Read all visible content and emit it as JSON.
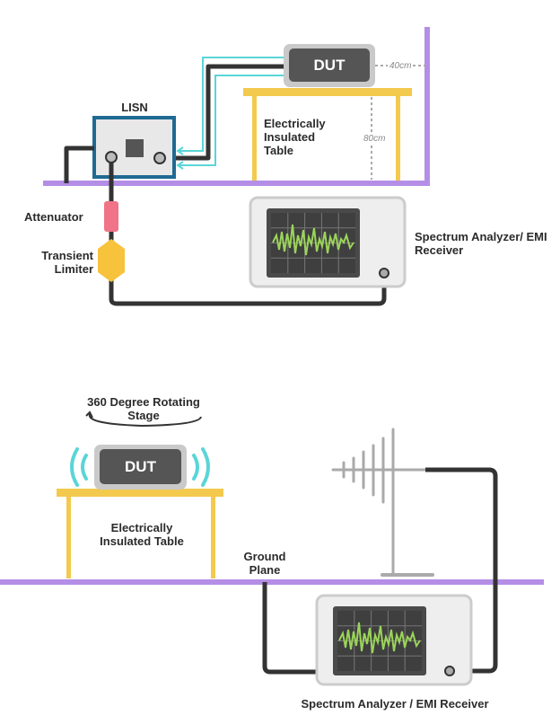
{
  "conducted": {
    "dut_label": "DUT",
    "lisn_label": "LISN",
    "table_label": "Electrically Insulated Table",
    "dim_top": "40cm",
    "dim_side": "80cm",
    "attenuator_label": "Attenuator",
    "limiter_label": "Transient Limiter",
    "analyzer_label": "Spectrum Analyzer/ EMI Receiver"
  },
  "radiated": {
    "stage_label": "360 Degree Rotating Stage",
    "dut_label": "DUT",
    "table_label": "Electrically Insulated Table",
    "ground_label": "Ground Plane",
    "analyzer_label": "Spectrum Analyzer / EMI Receiver"
  },
  "colors": {
    "ground": "#b48ee6",
    "cable": "#333333",
    "table": "#f3c94e",
    "lisn": "#1f6a93",
    "attenuator": "#f07387",
    "limiter": "#f7c23c",
    "signal": "#9bd45a",
    "emission": "#5ad5d8",
    "device": "#5a5a5a",
    "device_frame": "#c9c9c9"
  }
}
